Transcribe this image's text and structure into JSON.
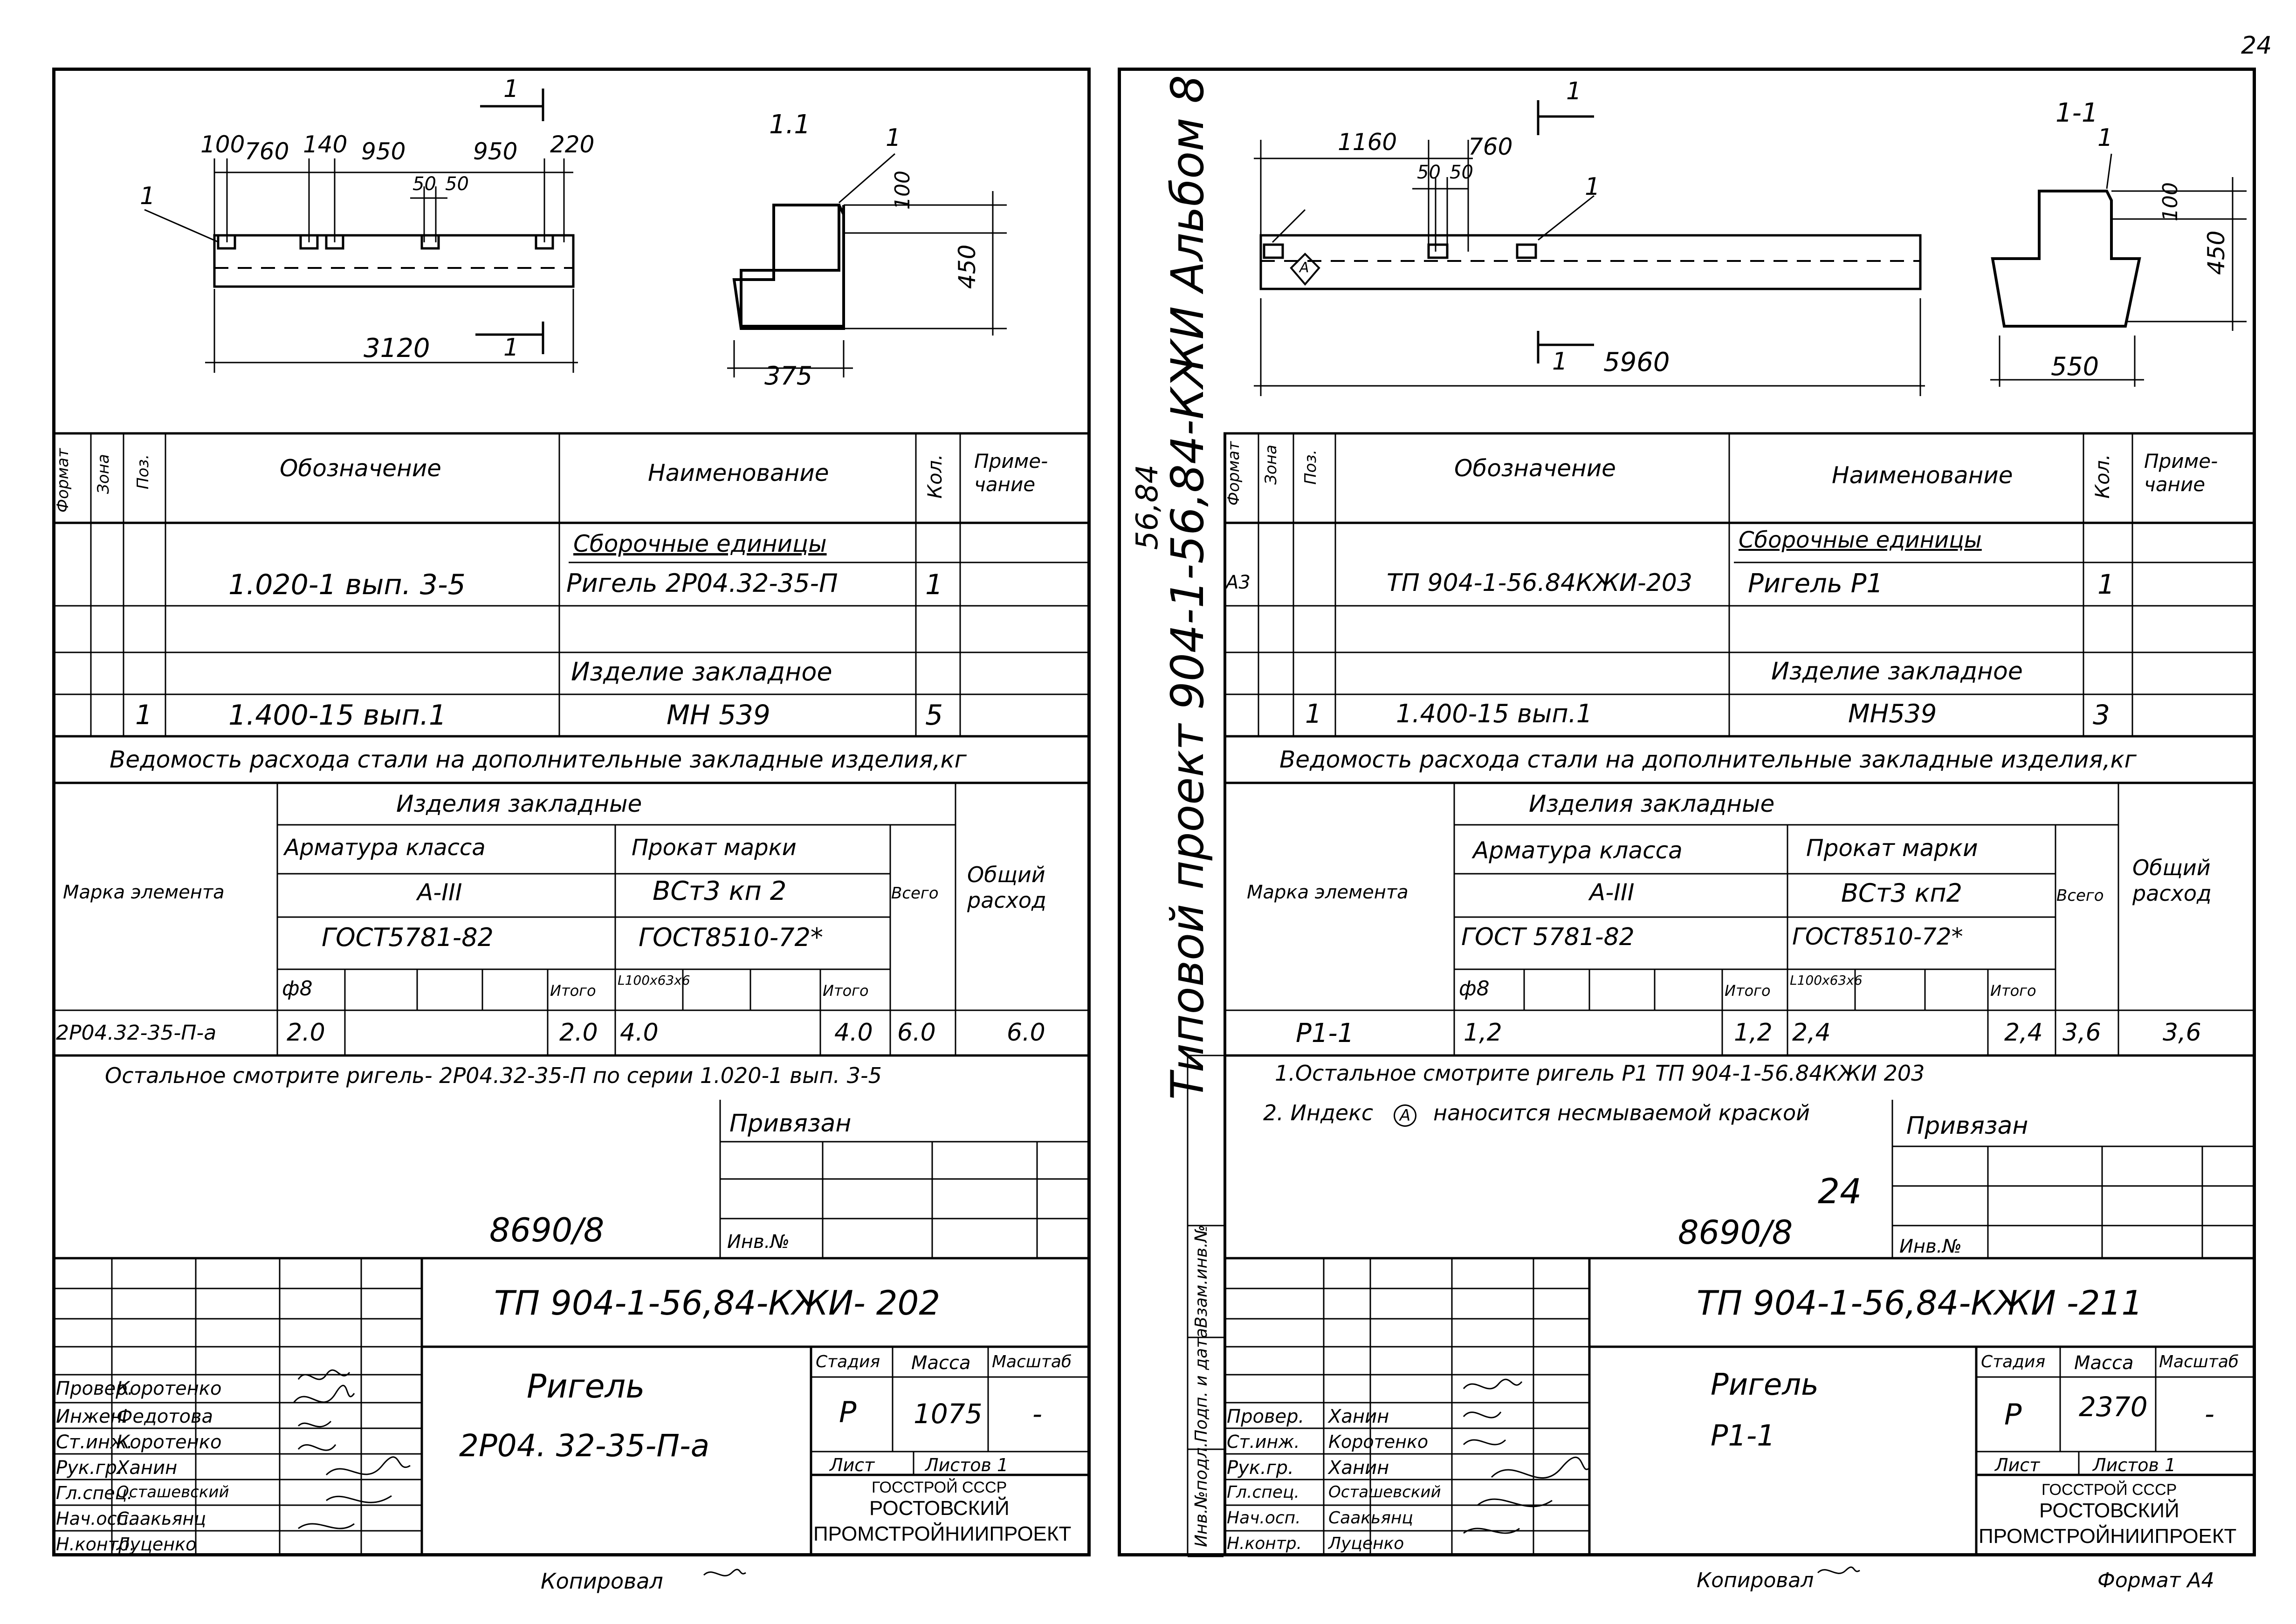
{
  "page_number": "24",
  "vertical_title": "Типовой проект 904-1-56,84-КЖИ Альбом 8",
  "vertical_title_superscript": "56,84",
  "side_stamp": [
    "Инв.№подл.",
    "Подп. и дата",
    "Взам.инв.№"
  ],
  "left": {
    "drawing": {
      "dims_top": [
        "100",
        "760",
        "140",
        "950",
        "950",
        "220"
      ],
      "dims_small": [
        "50",
        "50"
      ],
      "pos_label": "1",
      "section_mark": "1",
      "length": "3120",
      "section_title": "1.1",
      "section_pos": "1",
      "section_dims": [
        "100",
        "450",
        "375"
      ]
    },
    "spec": {
      "headers": [
        "Формат",
        "Зона",
        "Поз.",
        "Обозначение",
        "Наименование",
        "Кол.",
        "Приме-чание"
      ],
      "rows": [
        {
          "format": "",
          "pos": "",
          "designation": "",
          "name": "Сборочные единицы",
          "qty": ""
        },
        {
          "format": "",
          "pos": "",
          "designation": "1.020-1 вып. 3-5",
          "name": "Ригель 2Р04.32-35-П",
          "qty": "1"
        },
        {
          "format": "",
          "pos": "",
          "designation": "",
          "name": "",
          "qty": ""
        },
        {
          "format": "",
          "pos": "",
          "designation": "",
          "name": "Изделие закладное",
          "qty": ""
        },
        {
          "format": "",
          "pos": "1",
          "designation": "1.400-15 вып.1",
          "name": "МН 539",
          "qty": "5"
        }
      ]
    },
    "steel": {
      "title": "Ведомость расхода стали на дополнительные закладные изделия,кг",
      "col_mark": "Марка элемента",
      "group": "Изделия закладные",
      "arm_class": "Арматура класса",
      "arm_grade": "А-III",
      "arm_gost": "ГОСТ5781-82",
      "prokat": "Прокат марки",
      "prokat_grade": "ВСт3 кп 2",
      "prokat_gost": "ГОСТ8510-72*",
      "total": "Всего",
      "overall": "Общий расход",
      "sub_d8": "ф8",
      "sub_itogo": "Итого",
      "sub_angle": "L100x63x6",
      "row": {
        "mark": "2Р04.32-35-П-а",
        "d8": "2.0",
        "arm_total": "2.0",
        "angle": "4.0",
        "prokat_total": "4.0",
        "all": "6.0",
        "overall": "6.0"
      }
    },
    "note": "Остальное смотрите ригель- 2Р04.32-35-П по серии 1.020-1 вып. 3-5",
    "privyazan": "Привязан",
    "inv_label": "Инв.№",
    "number": "8690/8",
    "code": "ТП 904-1-56,84-КЖИ- 202",
    "title1": "Ригель",
    "title2": "2Р04. 32-35-П-а",
    "stage_h": "Стадия",
    "mass_h": "Масса",
    "scale_h": "Масштаб",
    "stage": "Р",
    "mass": "1075",
    "scale": "-",
    "sheet_h": "Лист",
    "sheets_h": "Листов 1",
    "org1": "ГОССТРОЙ СССР",
    "org2": "РОСТОВСКИЙ",
    "org3": "ПРОМСТРОЙНИИПРОЕКТ",
    "signers": [
      {
        "role": "Провер.",
        "name": "Коротенко"
      },
      {
        "role": "Инжен.",
        "name": "Федотова"
      },
      {
        "role": "Ст.инж.",
        "name": "Коротенко"
      },
      {
        "role": "Рук.гр.",
        "name": "Ханин"
      },
      {
        "role": "Гл.спец.",
        "name": "Осташевский"
      },
      {
        "role": "Нач.осп.",
        "name": "Саакьянц"
      },
      {
        "role": "Н.контр.",
        "name": "Луценко"
      }
    ],
    "copied": "Копировал"
  },
  "right": {
    "drawing": {
      "dims_top": [
        "1160",
        "760"
      ],
      "dims_small": [
        "50",
        "50"
      ],
      "pos_label": "1",
      "index_mark": "А",
      "section_mark": "1",
      "length": "5960",
      "section_title": "1-1",
      "section_pos": "1",
      "section_dims": [
        "100",
        "450",
        "550"
      ]
    },
    "spec": {
      "headers": [
        "Формат",
        "Зона",
        "Поз.",
        "Обозначение",
        "Наименование",
        "Кол.",
        "Приме-чание"
      ],
      "rows": [
        {
          "format": "",
          "pos": "",
          "designation": "",
          "name": "Сборочные единицы",
          "qty": ""
        },
        {
          "format": "А3",
          "pos": "",
          "designation": "ТП 904-1-56.84КЖИ-203",
          "name": "Ригель Р1",
          "qty": "1"
        },
        {
          "format": "",
          "pos": "",
          "designation": "",
          "name": "",
          "qty": ""
        },
        {
          "format": "",
          "pos": "",
          "designation": "",
          "name": "Изделие закладное",
          "qty": ""
        },
        {
          "format": "",
          "pos": "1",
          "designation": "1.400-15 вып.1",
          "name": "МН539",
          "qty": "3"
        }
      ]
    },
    "steel": {
      "title": "Ведомость расхода стали на дополнительные закладные изделия,кг",
      "col_mark": "Марка элемента",
      "group": "Изделия закладные",
      "arm_class": "Арматура класса",
      "arm_grade": "А-III",
      "arm_gost": "ГОСТ 5781-82",
      "prokat": "Прокат марки",
      "prokat_grade": "ВСт3 кп2",
      "prokat_gost": "ГОСТ8510-72*",
      "total": "Всего",
      "overall": "Общий расход",
      "sub_d8": "ф8",
      "sub_itogo": "Итого",
      "sub_angle": "L100x63x6",
      "row": {
        "mark": "Р1-1",
        "d8": "1,2",
        "arm_total": "1,2",
        "angle": "2,4",
        "prokat_total": "2,4",
        "all": "3,6",
        "overall": "3,6"
      }
    },
    "note1": "1.Остальное смотрите ригель Р1 ТП 904-1-56.84КЖИ 203",
    "note2_a": "2. Индекс",
    "note2_mark": "А",
    "note2_b": "наносится несмываемой краской",
    "privyazan": "Привязан",
    "inv_label": "Инв.№",
    "handwritten": "24",
    "number": "8690/8",
    "code": "ТП 904-1-56,84-КЖИ -211",
    "title1": "Ригель",
    "title2": "Р1-1",
    "stage_h": "Стадия",
    "mass_h": "Масса",
    "scale_h": "Масштаб",
    "stage": "Р",
    "mass": "2370",
    "scale": "-",
    "sheet_h": "Лист",
    "sheets_h": "Листов 1",
    "org1": "ГОССТРОЙ СССР",
    "org2": "РОСТОВСКИЙ",
    "org3": "ПРОМСТРОЙНИИПРОЕКТ",
    "signers": [
      {
        "role": "Провер.",
        "name": "Ханин"
      },
      {
        "role": "Ст.инж.",
        "name": "Коротенко"
      },
      {
        "role": "Рук.гр.",
        "name": "Ханин"
      },
      {
        "role": "Гл.спец.",
        "name": "Осташевский"
      },
      {
        "role": "Нач.осп.",
        "name": "Саакьянц"
      },
      {
        "role": "Н.контр.",
        "name": "Луценко"
      }
    ],
    "copied": "Копировал",
    "format": "Формат А4"
  }
}
